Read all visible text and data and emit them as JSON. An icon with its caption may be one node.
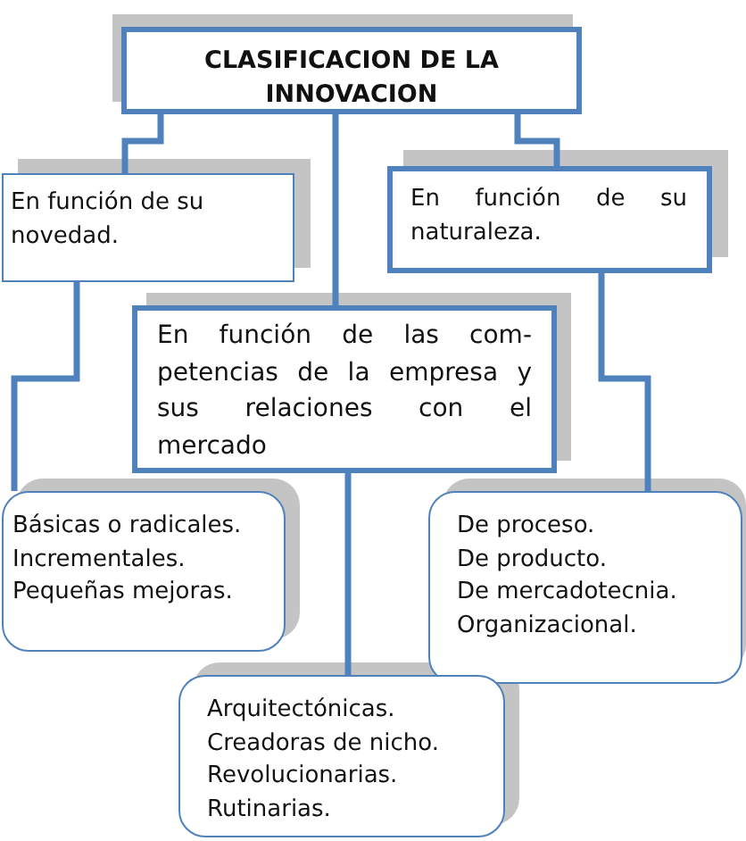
{
  "diagram": {
    "nodes": [
      {
        "text": [
          "CLASIFICACION DE LA INNOVACION"
        ]
      },
      {
        "text": [
          "En función de su novedad."
        ]
      },
      {
        "text": [
          "En función de su naturaleza."
        ]
      },
      {
        "text": [
          "En función de las com- petencias de la empresa y sus relaciones con el mercado"
        ]
      },
      {
        "text": [
          "Básicas o radicales.",
          "Incrementales.",
          "Pequeñas mejoras."
        ]
      },
      {
        "text": [
          "De proceso.",
          "De producto.",
          "De mercadotecnia.",
          "Organizacional."
        ]
      },
      {
        "text": [
          "Arquitectónicas.",
          "Creadoras de nicho.",
          "Revolucionarias.",
          "Rutinarias."
        ]
      }
    ],
    "edges": [
      {
        "from": 0,
        "to": 1,
        "arrow": "none"
      },
      {
        "from": 0,
        "to": 3,
        "arrow": "none"
      },
      {
        "from": 0,
        "to": 2,
        "arrow": "none"
      },
      {
        "from": 1,
        "to": 4,
        "arrow": "none"
      },
      {
        "from": 2,
        "to": 5,
        "arrow": "none"
      },
      {
        "from": 3,
        "to": 6,
        "arrow": "none"
      }
    ]
  }
}
